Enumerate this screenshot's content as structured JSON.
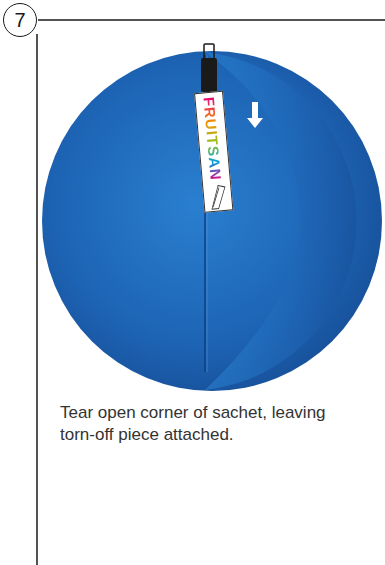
{
  "diagram": {
    "caption": "Tear open corner of sachet, leaving torn-off piece attached.",
    "nodes": [
      {
        "text": [
          "7"
        ]
      },
      {
        "text": [
          "FRUITSAN"
        ]
      }
    ]
  }
}
